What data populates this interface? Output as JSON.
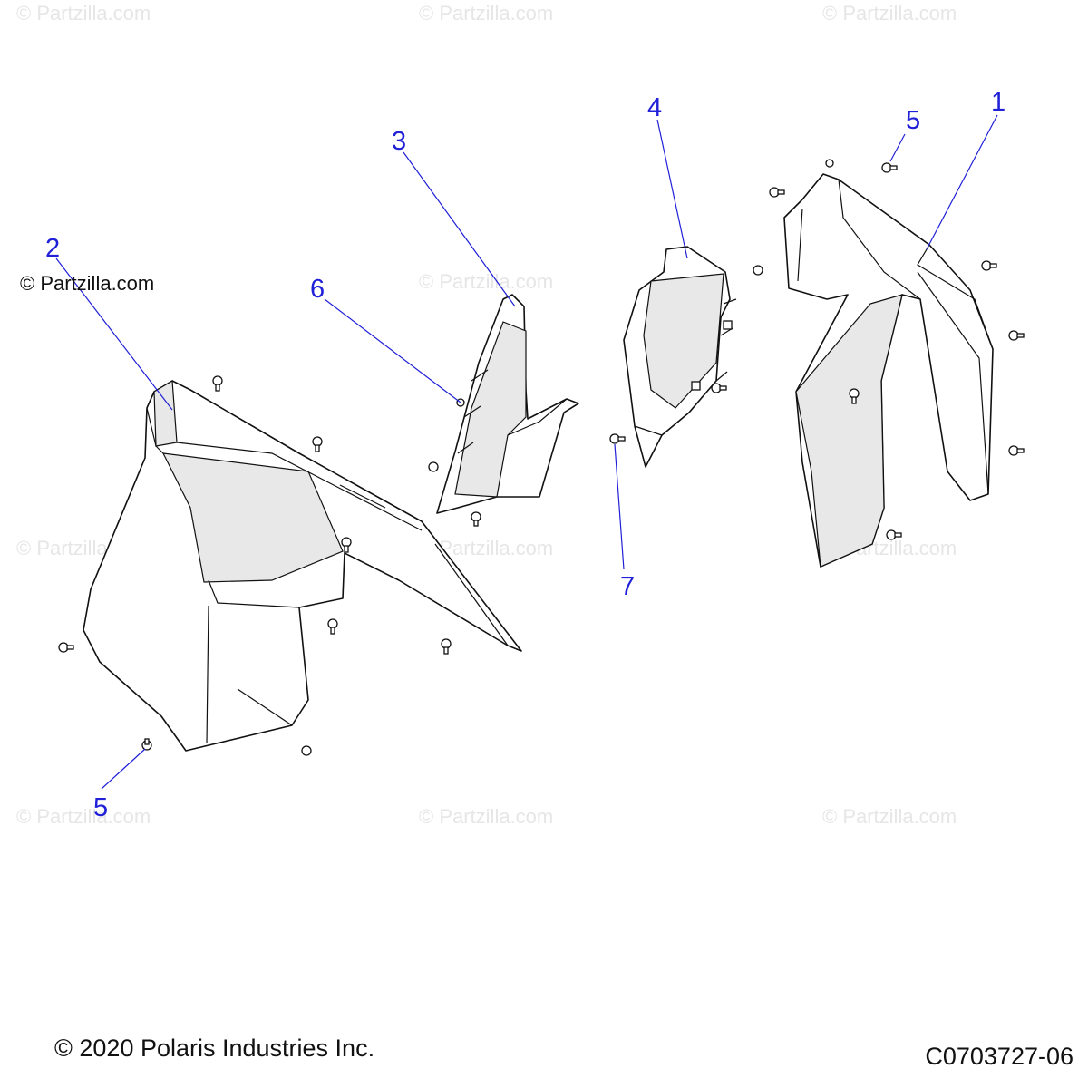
{
  "diagram": {
    "watermark_text": "© Partzilla.com",
    "brand_label": "© Partzilla.com",
    "callouts": [
      "1",
      "2",
      "3",
      "4",
      "5",
      "5",
      "6",
      "7"
    ],
    "copyright": "© 2020 Polaris Industries Inc.",
    "diagram_code": "C0703727-06",
    "colors": {
      "callout": "#2020d8",
      "outline": "#111111",
      "watermark": "#e6e6e6"
    }
  }
}
